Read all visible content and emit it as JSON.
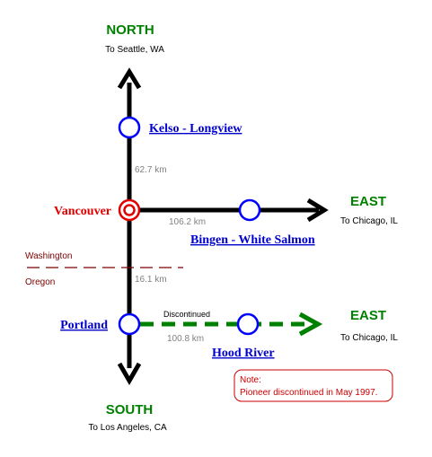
{
  "colors": {
    "line": "#000000",
    "station_ring": "#0000ff",
    "station_link": "#0000cc",
    "direction": "#008000",
    "hub": "#e00000",
    "distance": "#808080",
    "border": "#7a0000",
    "note": "#cc0000",
    "discontinued": "#008000"
  },
  "directions": {
    "north": {
      "label": "NORTH",
      "sub": "To Seattle, WA"
    },
    "east_upper": {
      "label": "EAST",
      "sub": "To Chicago, IL"
    },
    "east_lower": {
      "label": "EAST",
      "sub": "To Chicago, IL"
    },
    "south": {
      "label": "SOUTH",
      "sub": "To Los Angeles, CA"
    }
  },
  "stations": {
    "kelso": {
      "label": "Kelso - Longview"
    },
    "vancouver": {
      "label": "Vancouver"
    },
    "bingen": {
      "label": "Bingen - White Salmon"
    },
    "portland": {
      "label": "Portland"
    },
    "hood_river": {
      "label": "Hood River"
    }
  },
  "distances": {
    "kelso_vancouver": "62.7 km",
    "vancouver_bingen": "106.2 km",
    "vancouver_portland": "16.1 km",
    "portland_hood_river": "100.8 km"
  },
  "border": {
    "north_state": "Washington",
    "south_state": "Oregon"
  },
  "discontinued_label": "Discontinued",
  "note": {
    "title": "Note:",
    "text": "Pioneer discontinued in May 1997."
  },
  "icons": {
    "arrow": "arrowhead-icon",
    "station": "station-circle-icon",
    "hub": "hub-station-icon"
  }
}
